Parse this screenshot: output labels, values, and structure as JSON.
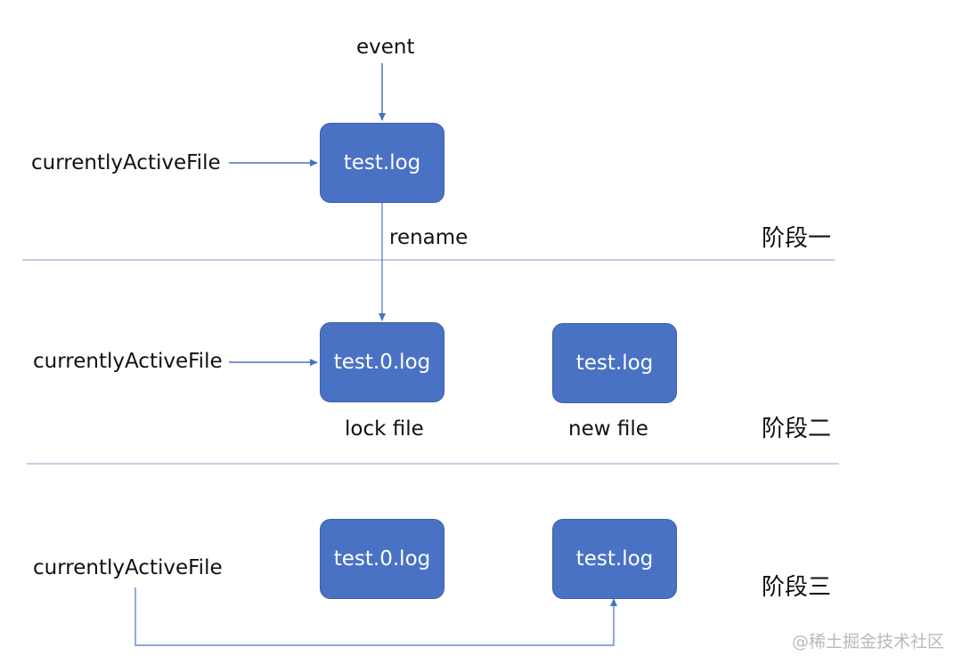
{
  "phase1": {
    "event_label": "event",
    "pointer_label": "currentlyActiveFile",
    "node_label": "test.log",
    "rename_label": "rename",
    "stage_label": "阶段一"
  },
  "phase2": {
    "pointer_label": "currentlyActiveFile",
    "old_node_label": "test.0.log",
    "new_node_label": "test.log",
    "old_caption": "lock file",
    "new_caption": "new file",
    "stage_label": "阶段二"
  },
  "phase3": {
    "pointer_label": "currentlyActiveFile",
    "old_node_label": "test.0.log",
    "new_node_label": "test.log",
    "stage_label": "阶段三"
  },
  "watermark": "@稀土掘金技术社区",
  "colors": {
    "node_fill": "#4a72c4",
    "arrow": "#4a72c4",
    "divider": "#9db3d6"
  }
}
